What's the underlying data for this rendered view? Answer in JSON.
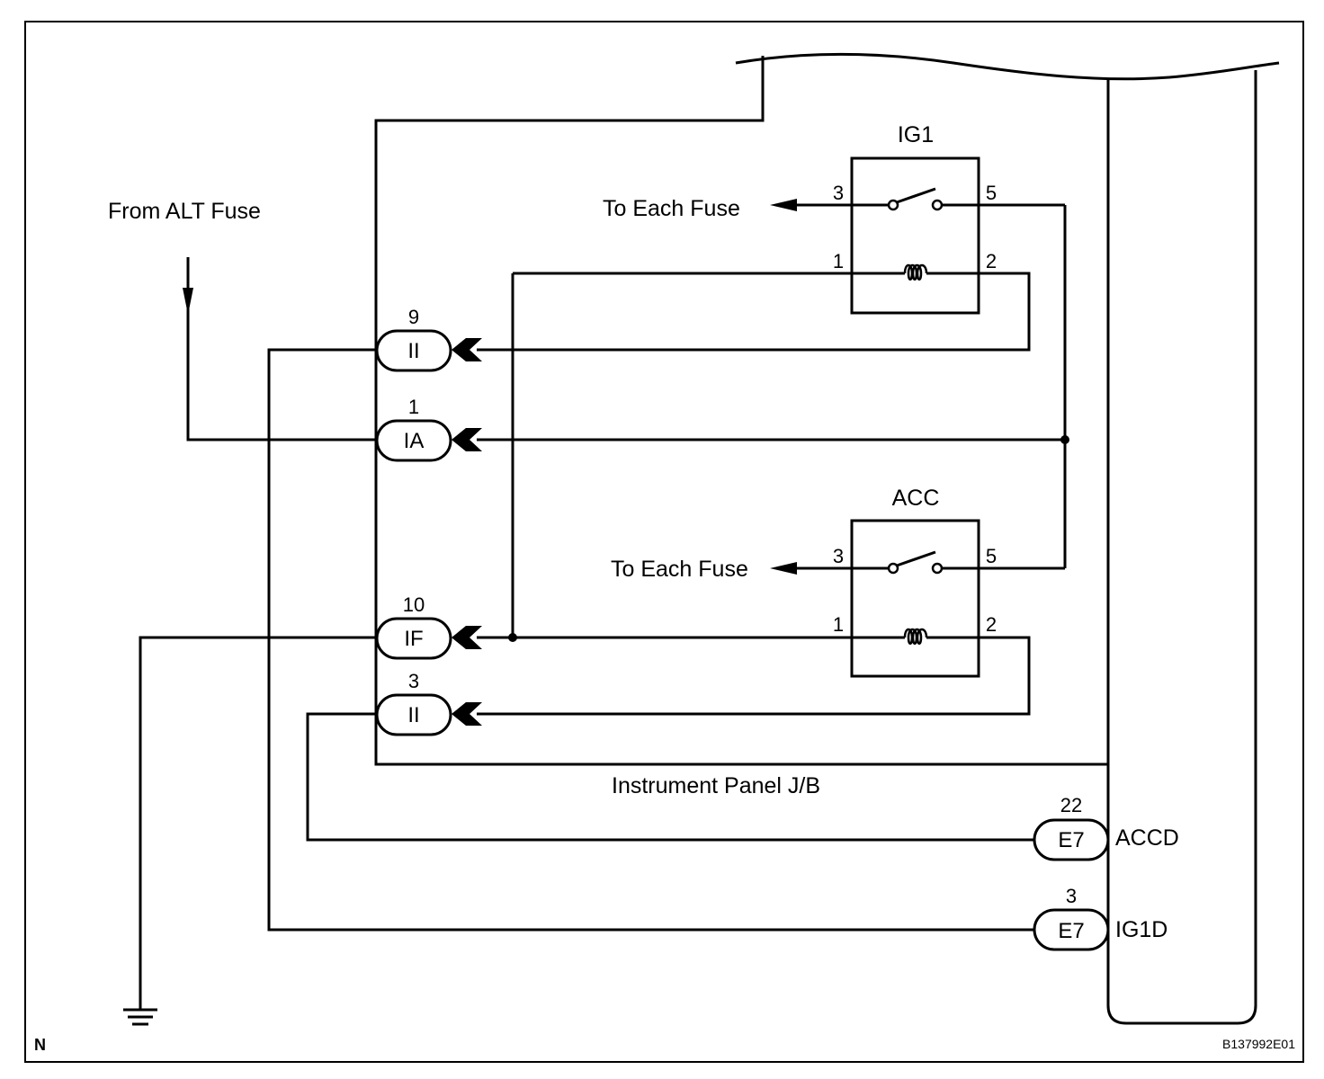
{
  "labels": {
    "from_alt_fuse": "From ALT Fuse",
    "to_each_fuse_top": "To Each Fuse",
    "to_each_fuse_bottom": "To Each Fuse",
    "instrument_panel_jb": "Instrument Panel J/B",
    "north": "N",
    "figure_code": "B137992E01"
  },
  "relays": {
    "ig1": {
      "name": "IG1",
      "pin_switch_in": "3",
      "pin_switch_out": "5",
      "pin_coil_in": "1",
      "pin_coil_out": "2"
    },
    "acc": {
      "name": "ACC",
      "pin_switch_in": "3",
      "pin_switch_out": "5",
      "pin_coil_in": "1",
      "pin_coil_out": "2"
    }
  },
  "connectors": {
    "c1": {
      "pin": "9",
      "code": "II"
    },
    "c2": {
      "pin": "1",
      "code": "IA"
    },
    "c3": {
      "pin": "10",
      "code": "IF"
    },
    "c4": {
      "pin": "3",
      "code": "II"
    },
    "e7_accd": {
      "pin": "22",
      "code": "E7",
      "signal": "ACCD"
    },
    "e7_ig1d": {
      "pin": "3",
      "code": "E7",
      "signal": "IG1D"
    }
  }
}
